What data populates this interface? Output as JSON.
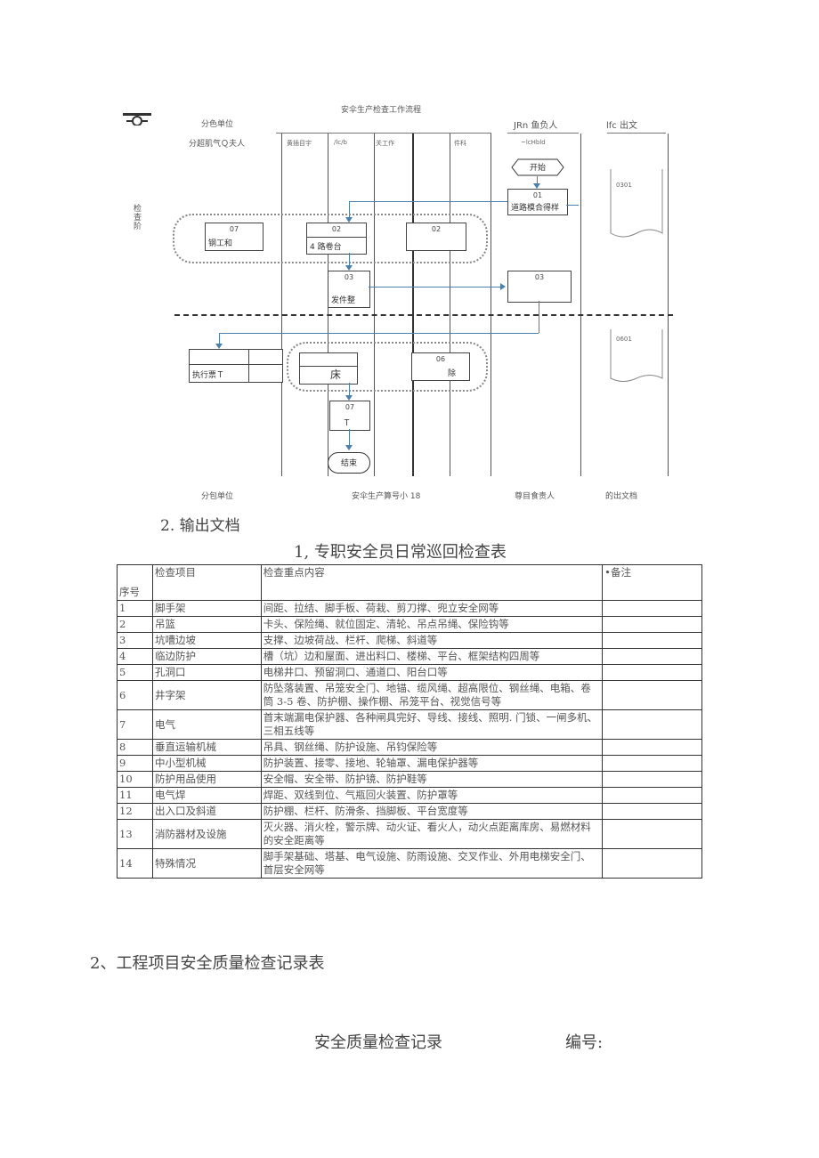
{
  "flowchart": {
    "title": "安伞生产检查工作流程",
    "header_left_1": "分色单位",
    "header_left_2": "分超肌气Ｑ夫人",
    "header_mid_1": "黄插目宇",
    "header_mid_2": "/lc/b",
    "header_mid_3": "关工作",
    "header_mid_4": "件科",
    "header_right_1": "JRn 鱼负人",
    "header_right_2": "lfc 出文",
    "header_right_3": "~lcHbld",
    "left_side_label": "检查阶",
    "start": "开始",
    "box_01_num": "01",
    "box_01_label": "道路模合得样",
    "box_07a_num": "07",
    "box_07a_label": "钢工和",
    "box_02a_num": "02",
    "box_02a_label": "4 路卷台",
    "box_02b_num": "02",
    "box_03a_num": "03",
    "box_03a_label": "发件整",
    "box_03b_num": "03",
    "doc_0301": "0301",
    "doc_0601": "0601",
    "exec_label": "执行票Ｔ",
    "box_fa_label": "床",
    "box_06_num": "06",
    "box_06_label": "除",
    "box_07b_num": "07",
    "box_07b_label": "Ｔ",
    "end": "结束",
    "footer_1": "分包单位",
    "footer_2": "安伞生产算号小 18",
    "footer_3": "尊目食责人",
    "footer_4": "的出文档"
  },
  "section_output": "2. 输出文档",
  "table_title": "1, 专职安全员日常巡回检查表",
  "table": {
    "headers": {
      "seq": "序号",
      "item": "检查项目",
      "content": "检查重点内容",
      "note": "•备注"
    },
    "rows": [
      {
        "seq": "1",
        "item": "脚手架",
        "content": "间距、拉结、脚手板、荷栽、剪刀撑、兜立安全网等"
      },
      {
        "seq": "2",
        "item": "吊篮",
        "content": "卡头、保险绳、就位固定、清轮、吊点吊绳、保险钩等"
      },
      {
        "seq": "3",
        "item": "坑嘈边坡",
        "content": "支撑、边坡荷战、栏杆、爬梯、斜道等"
      },
      {
        "seq": "4",
        "item": "临边防护",
        "content": "槽（坑）边和屋面、进出料口、楼梯、平台、框架结构四周等"
      },
      {
        "seq": "5",
        "item": "孔洞口",
        "content": "电梯井口、预留洞口、通道口、阳台口等"
      },
      {
        "seq": "6",
        "item": "井字架",
        "content": "防坠落装置、吊笼安全门、地锚、缆风绳、超高限位、钢丝绳、电箱、卷筒 3-5 卷、防护棚、操作棚、吊笼平台、视觉信号等"
      },
      {
        "seq": "7",
        "item": "电气",
        "content": "首末端漏电保护器、各种闸具完好、导线、接线、照明. 门锁、一闸多机、三相五线等"
      },
      {
        "seq": "8",
        "item": "垂直运输机械",
        "content": "吊具、钢丝绳、防护设施、吊钧保险等"
      },
      {
        "seq": "9",
        "item": "中小型机械",
        "content": "防护装置、接零、接地、轮轴罩、漏电保护器等"
      },
      {
        "seq": "10",
        "item": "防护用品使用",
        "content": "安全帽、安全带、防护镜、防护鞋等"
      },
      {
        "seq": "11",
        "item": "电气焊",
        "content": "焊距、双线到位、气瓶回火装置、防护罩等"
      },
      {
        "seq": "12",
        "item": "出入口及斜道",
        "content": "防护棚、栏杆、防滑条、挡脚板、平台宽度等"
      },
      {
        "seq": "13",
        "item": "消防器材及设施",
        "content": "灭火器、消火栓，警示牌、动火证、看火人，动火点距离库房、易燃材料的安全距离等"
      },
      {
        "seq": "14",
        "item": "特殊情况",
        "content": "脚手架基础、塔基、电气设施、防雨设施、交叉作业、外用电梯安全门、首层安全网等"
      }
    ]
  },
  "section_2": "2、工程项目安全质量检查记录表",
  "record_title": "安全质量检查记录",
  "record_number_label": "编号:"
}
